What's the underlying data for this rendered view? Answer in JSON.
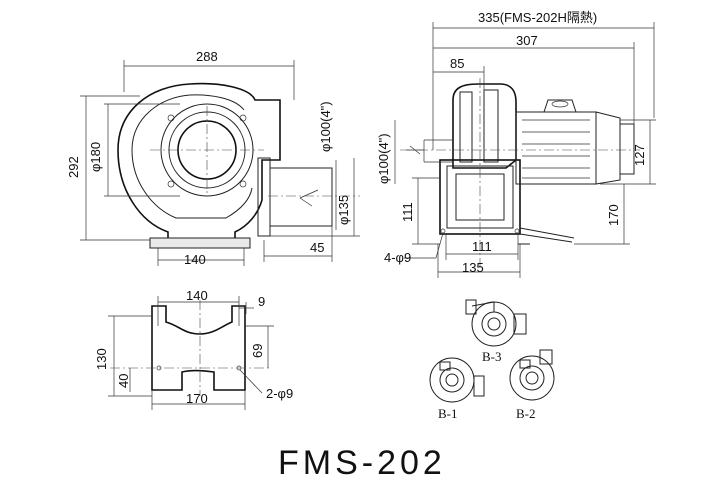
{
  "title": "FMS-202",
  "front_view": {
    "dim_width": "288",
    "dim_height": "292",
    "dim_inlet_dia": "φ180",
    "dim_outlet_dia": "φ100(4\")",
    "dim_flange_dia": "φ135",
    "dim_base_width": "140",
    "dim_flange_offset": "45"
  },
  "side_view": {
    "dim_total_insulated": "335(FMS-202H隔熱)",
    "dim_total": "307",
    "dim_inlet_offset": "85",
    "dim_motor_height": "127",
    "dim_inlet_dia": "φ100(4\")",
    "dim_center_height": "111",
    "dim_shaft_height": "170",
    "dim_base_inner": "111",
    "dim_base_outer": "135",
    "dim_mount_holes": "4-φ9"
  },
  "base_view": {
    "dim_top_width": "140",
    "dim_slot": "9",
    "dim_height": "130",
    "dim_inner": "69",
    "dim_low": "40",
    "dim_base_width": "170",
    "dim_holes": "2-φ9"
  },
  "orientations": {
    "b3": "B-3",
    "b1": "B-1",
    "b2": "B-2"
  }
}
